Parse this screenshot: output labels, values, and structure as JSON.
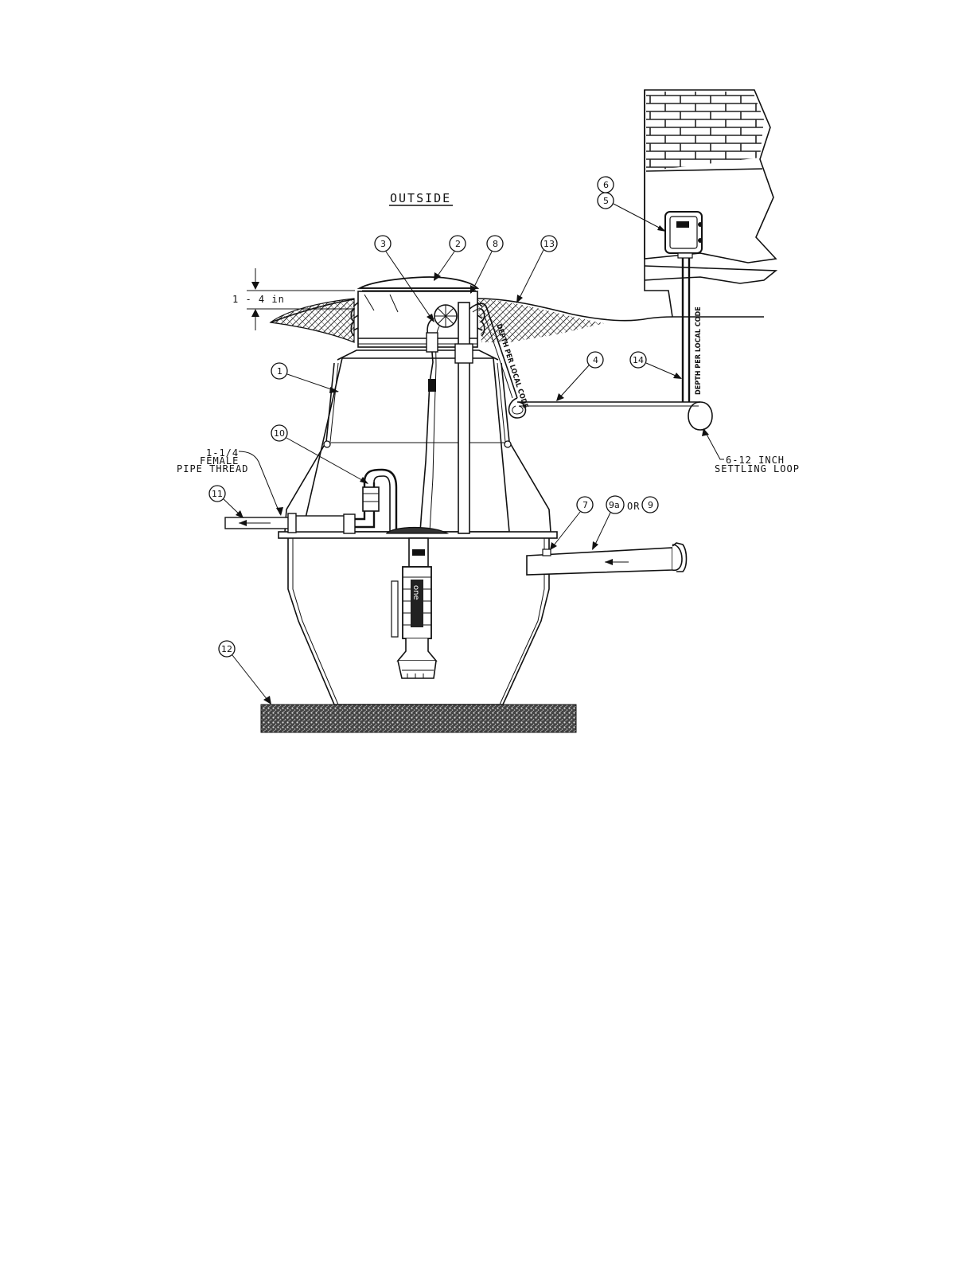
{
  "diagram": {
    "heading": "OUTSIDE",
    "dimension_label": "1 - 4 in",
    "pipe_thread_lines": [
      "1-1/4",
      "FEMALE",
      "PIPE THREAD"
    ],
    "settling_loop_lines": [
      "6-12 INCH",
      "SETTLING LOOP"
    ],
    "depth_label": "DEPTH PER LOCAL CODE",
    "or_text": "OR",
    "pump_brand": "one",
    "callouts": {
      "c1": "1",
      "c2": "2",
      "c3": "3",
      "c4": "4",
      "c5": "5",
      "c6": "6",
      "c7": "7",
      "c8": "8",
      "c9a": "9a",
      "c9": "9",
      "c10": "10",
      "c11": "11",
      "c12": "12",
      "c13": "13",
      "c14": "14"
    }
  }
}
